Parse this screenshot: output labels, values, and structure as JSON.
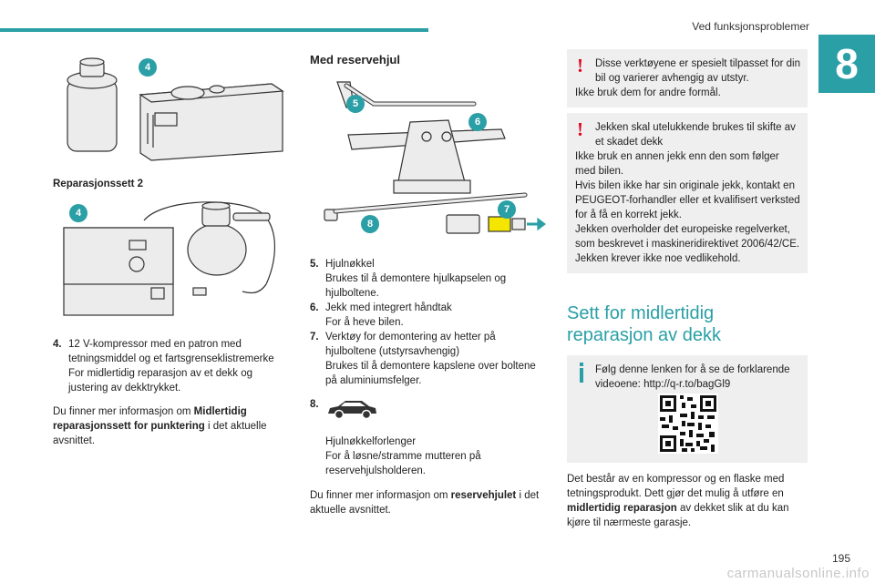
{
  "header": {
    "section_title": "Ved funksjonsproblemer",
    "chapter_number": "8",
    "page_number": "195"
  },
  "col1": {
    "fig1": {
      "badge": "4"
    },
    "caption": "Reparasjonssett 2",
    "fig2": {
      "badge": "4"
    },
    "item4": {
      "num": "4.",
      "title": "12 V-kompressor med en patron med tetningsmiddel og et fartsgrenseklistremerke",
      "desc": "For midlertidig reparasjon av et dekk og justering av dekktrykket."
    },
    "more": {
      "pre": "Du finner mer informasjon om ",
      "bold": "Midlertidig reparasjonssett for punktering",
      "post": " i det aktuelle avsnittet."
    }
  },
  "col2": {
    "heading": "Med reservehjul",
    "fig_badges": [
      "5",
      "6",
      "7",
      "8"
    ],
    "items": [
      {
        "num": "5.",
        "title": "Hjulnøkkel",
        "desc": "Brukes til å demontere hjulkapselen og hjulboltene."
      },
      {
        "num": "6.",
        "title": "Jekk med integrert håndtak",
        "desc": "For å heve bilen."
      },
      {
        "num": "7.",
        "title": "Verktøy for demontering av hetter på hjulboltene (utstyrsavhengig)",
        "desc": "Brukes til å demontere kapslene over boltene på aluminiumsfelger."
      }
    ],
    "item8": {
      "num": "8.",
      "title": "Hjulnøkkelforlenger",
      "desc": "For å løsne/stramme mutteren på reservehjulsholderen."
    },
    "more": {
      "pre": "Du finner mer informasjon om ",
      "bold": "reservehjulet",
      "post": " i det aktuelle avsnittet."
    }
  },
  "col3": {
    "warn1": {
      "mark": "!",
      "line1": "Disse verktøyene er spesielt tilpasset for din bil og varierer avhengig av utstyr.",
      "line2": "Ikke bruk dem for andre formål."
    },
    "warn2": {
      "mark": "!",
      "line1": "Jekken skal utelukkende brukes til skifte av et skadet dekk",
      "line2": "Ikke bruk en annen jekk enn den som følger med bilen.",
      "line3": "Hvis bilen ikke har sin originale jekk, kontakt en PEUGEOT-forhandler eller et kvalifisert verksted for å få en korrekt jekk.",
      "line4": "Jekken overholder det europeiske regelverket, som beskrevet i maskineridirektivet 2006/42/CE.",
      "line5": "Jekken krever ikke noe vedlikehold."
    },
    "heading": "Sett for midlertidig reparasjon av dekk",
    "info": {
      "text": "Følg denne lenken for å se de forklarende videoene: http://q-r.to/bagGl9"
    },
    "body": {
      "pre": "Det består av en kompressor og en flaske med tetningsprodukt. Dett gjør det mulig å utføre en ",
      "bold": "midlertidig reparasjon",
      "post": " av dekket slik at du kan kjøre til nærmeste garasje."
    }
  },
  "watermark": "carmanualsonline.info",
  "colors": {
    "accent": "#2a9fa6",
    "warning": "#e2001a",
    "box_bg": "#efefef"
  }
}
